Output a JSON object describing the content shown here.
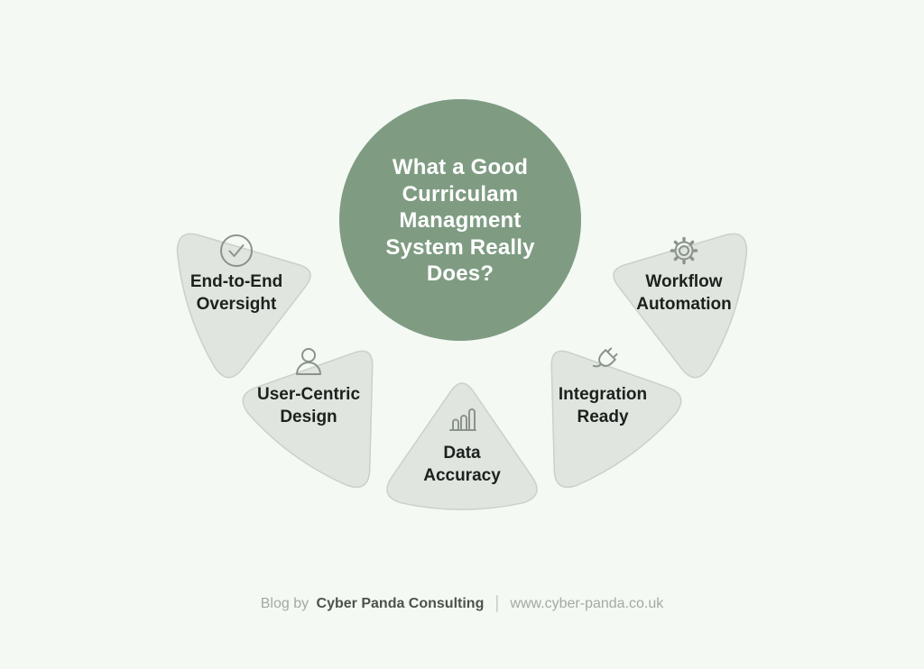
{
  "title": {
    "full_text": "What a Good Curriculam Managment System Really Does?",
    "lines": [
      "What a Good",
      "Curriculam",
      "Managment",
      "System Really",
      "Does?"
    ]
  },
  "petals": [
    {
      "id": "end-to-end-oversight",
      "icon": "check-circle-icon",
      "label_line1": "End-to-End",
      "label_line2": "Oversight"
    },
    {
      "id": "user-centric-design",
      "icon": "person-icon",
      "label_line1": "User-Centric",
      "label_line2": "Design"
    },
    {
      "id": "data-accuracy",
      "icon": "bar-chart-icon",
      "label_line1": "Data",
      "label_line2": "Accuracy"
    },
    {
      "id": "integration-ready",
      "icon": "plug-icon",
      "label_line1": "Integration",
      "label_line2": "Ready"
    },
    {
      "id": "workflow-automation",
      "icon": "gear-icon",
      "label_line1": "Workflow",
      "label_line2": "Automation"
    }
  ],
  "footer": {
    "prefix": "Blog by",
    "brand": "Cyber Panda Consulting",
    "separator": "|",
    "url": "www.cyber-panda.co.uk"
  },
  "colors": {
    "background": "#f4f9f4",
    "circle": "#7f9c83",
    "petal_fill": "#e0e5df",
    "petal_border": "#c9d2c8",
    "icon_stroke": "#8a948a",
    "label_text": "#1d211d",
    "footer_text": "#a3a9a3",
    "footer_brand": "#4d524d",
    "title_text": "#ffffff"
  }
}
